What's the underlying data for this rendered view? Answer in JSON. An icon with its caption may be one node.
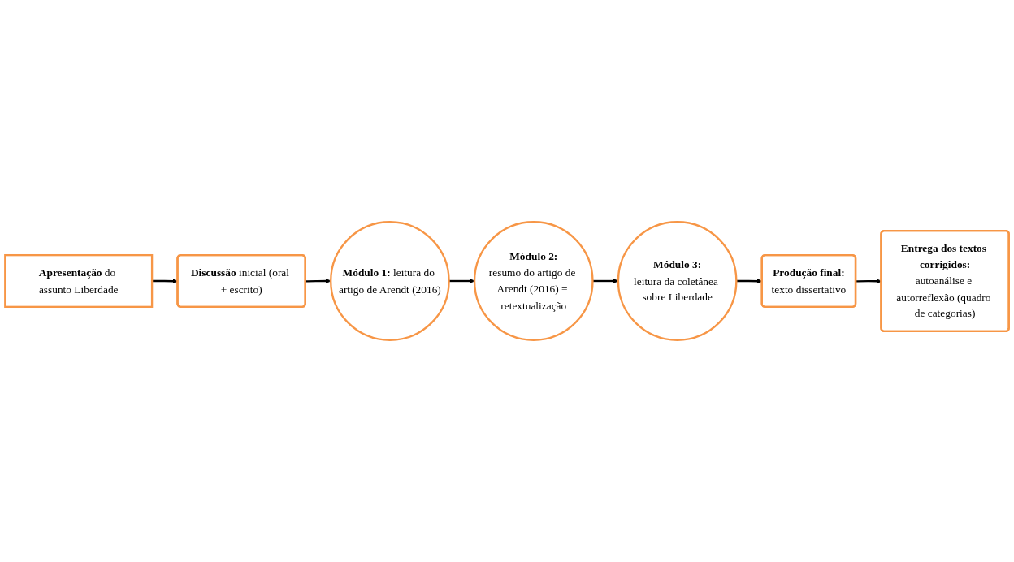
{
  "diagram": {
    "nodes": [
      {
        "text": [
          "**Apresentação** do assunto Liberdade"
        ]
      },
      {
        "text": [
          "**Discussão** inicial (oral + escrito)"
        ]
      },
      {
        "text": [
          "**Módulo 1:** leitura do artigo de Arendt (2016)"
        ]
      },
      {
        "text": [
          "Módulo 2:",
          "resumo do artigo de Arendt (2016) = retextualização"
        ]
      },
      {
        "text": [
          "Módulo 3:",
          "leitura da coletânea sobre Liberdade"
        ]
      },
      {
        "text": [
          "Produção final:",
          "texto dissertativo"
        ]
      },
      {
        "text": [
          "Entrega dos textos corrigidos:",
          "autoanálise e autorreflexão (quadro de categorias)"
        ]
      }
    ],
    "edges": [
      {
        "from": 0,
        "to": 1,
        "arrow": "to"
      },
      {
        "from": 1,
        "to": 2,
        "arrow": "to"
      },
      {
        "from": 2,
        "to": 3,
        "arrow": "to"
      },
      {
        "from": 3,
        "to": 4,
        "arrow": "to"
      },
      {
        "from": 4,
        "to": 5,
        "arrow": "to"
      },
      {
        "from": 5,
        "to": 6,
        "arrow": "to"
      }
    ]
  }
}
